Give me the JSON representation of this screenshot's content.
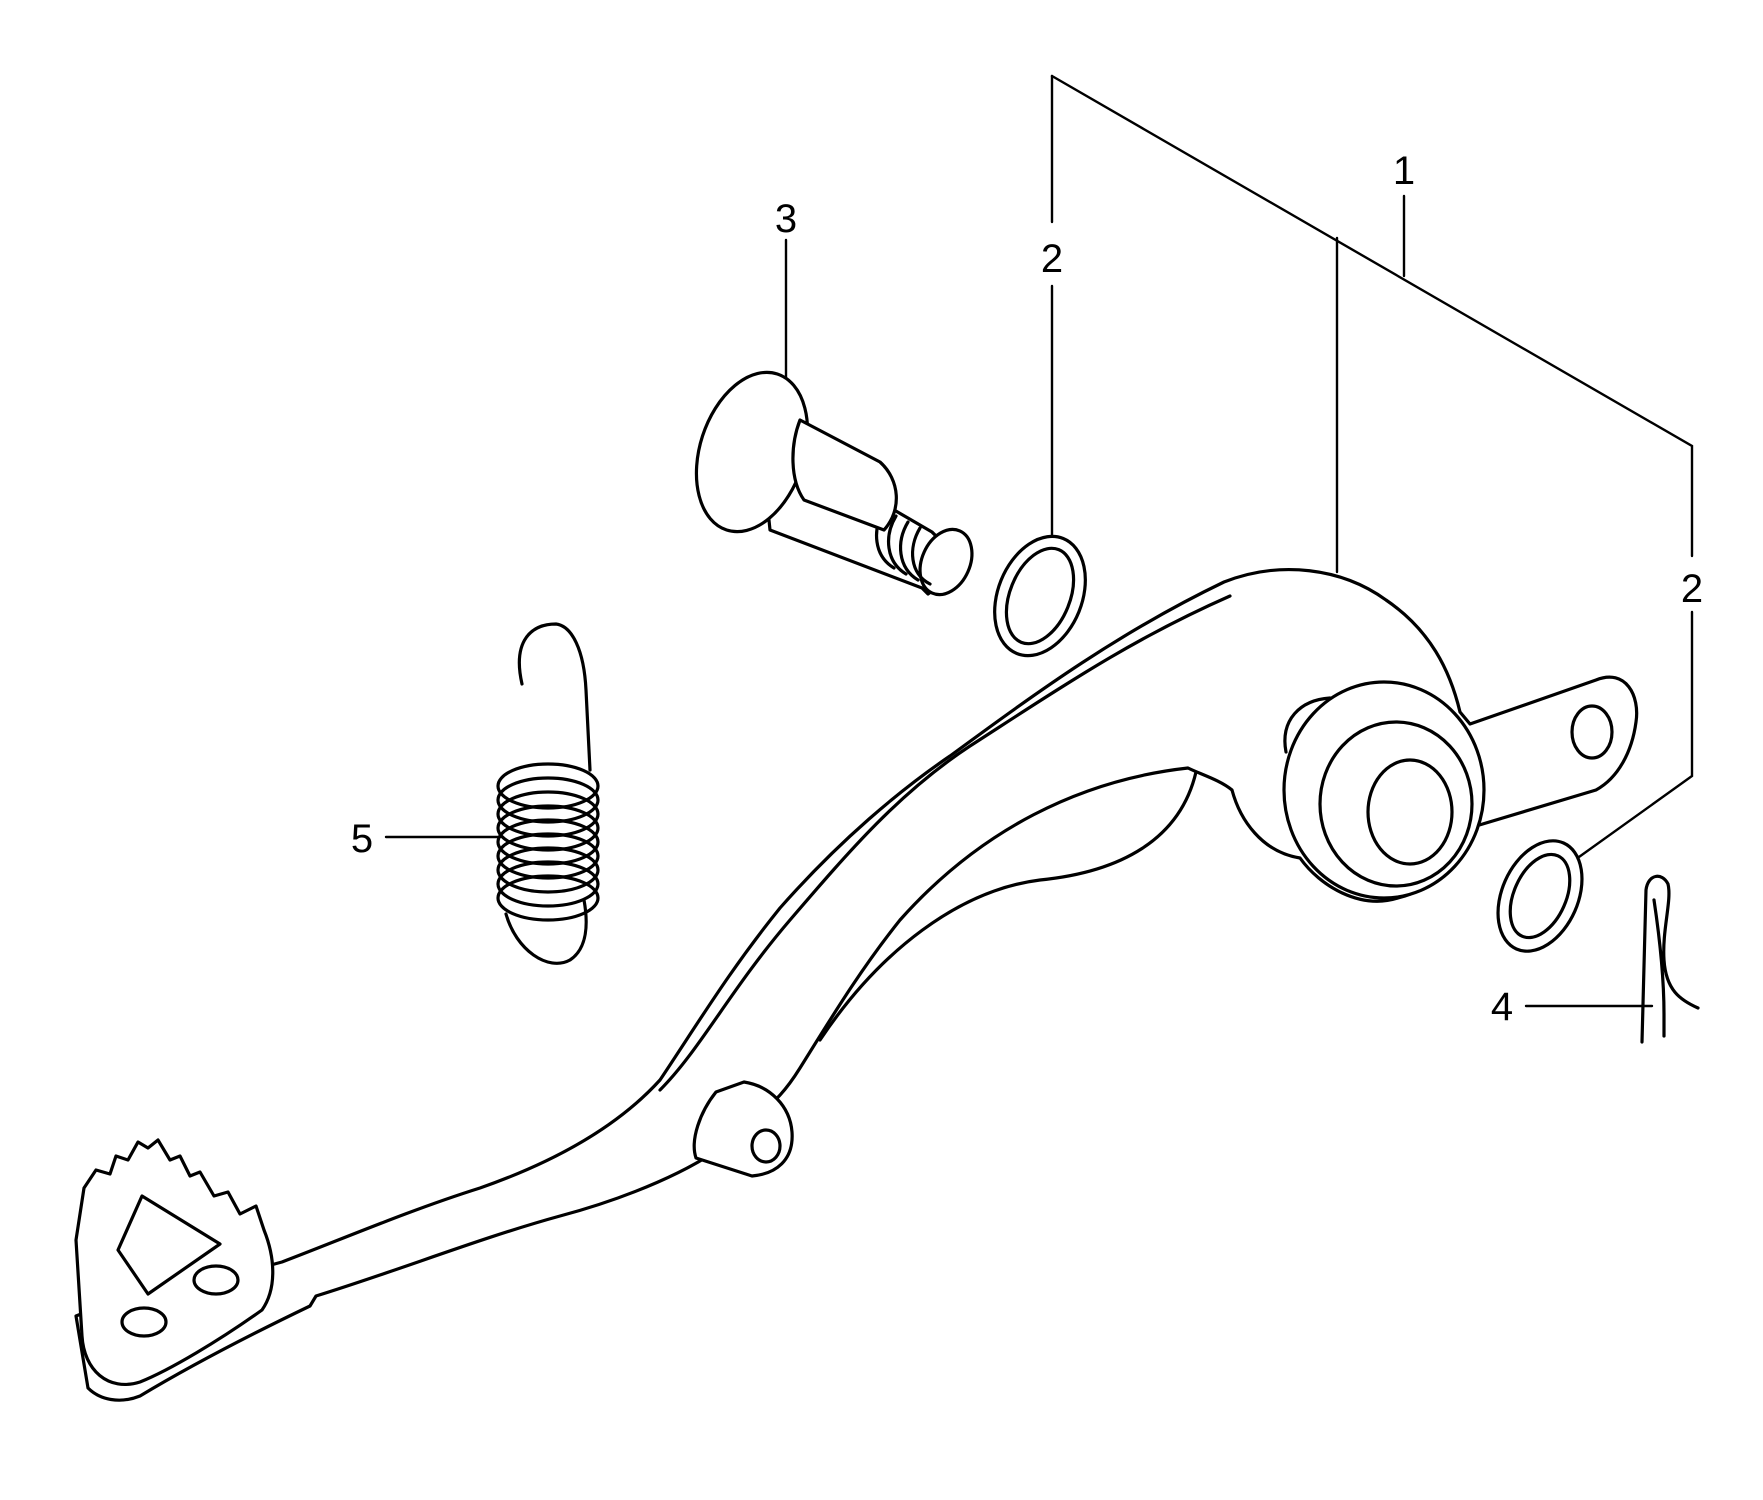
{
  "callouts": [
    {
      "id": "1",
      "label": "1",
      "part": "brake-pedal"
    },
    {
      "id": "2a",
      "label": "2",
      "part": "o-ring-upper"
    },
    {
      "id": "2b",
      "label": "2",
      "part": "o-ring-lower"
    },
    {
      "id": "3",
      "label": "3",
      "part": "pivot-bolt"
    },
    {
      "id": "4",
      "label": "4",
      "part": "cotter-clip"
    },
    {
      "id": "5",
      "label": "5",
      "part": "return-spring"
    }
  ],
  "colors": {
    "background": "#ffffff",
    "line": "#000000"
  }
}
